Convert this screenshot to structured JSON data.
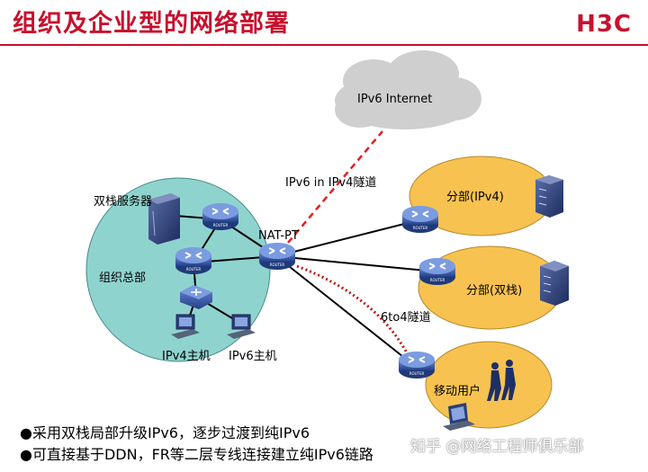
{
  "title": "组织及企业型的网络部署",
  "logo": "H3C",
  "labels": {
    "ipv6_internet": "IPv6 Internet",
    "tunnel_ipv6_in_ipv4": "IPv6 in IPv4隧道",
    "nat_pt": "NAT-PT",
    "dual_stack_server": "双栈服务器",
    "hq": "组织总部",
    "ipv4_host": "IPv4主机",
    "ipv6_host": "IPv6主机",
    "branch_ipv4": "分部(IPv4)",
    "branch_dual": "分部(双栈)",
    "tunnel_6to4": "6to4隧道",
    "mobile_user": "移动用户"
  },
  "bullets": [
    "●采用双栈局部升级IPv6，逐步过渡到纯IPv6",
    "●可直接基于DDN，FR等二层专线连接建立纯IPv6链路"
  ],
  "watermark": "知乎 @网络工程师俱乐部",
  "router_tag": "ROUTER",
  "colors": {
    "accent": "#c8102e",
    "hq_fill": "#8fd3cf",
    "branch_fill": "#f7c250",
    "cloud_fill": "#cfcfcf",
    "router_blue": "#3d63b2",
    "tunnel_red": "#e02020"
  }
}
